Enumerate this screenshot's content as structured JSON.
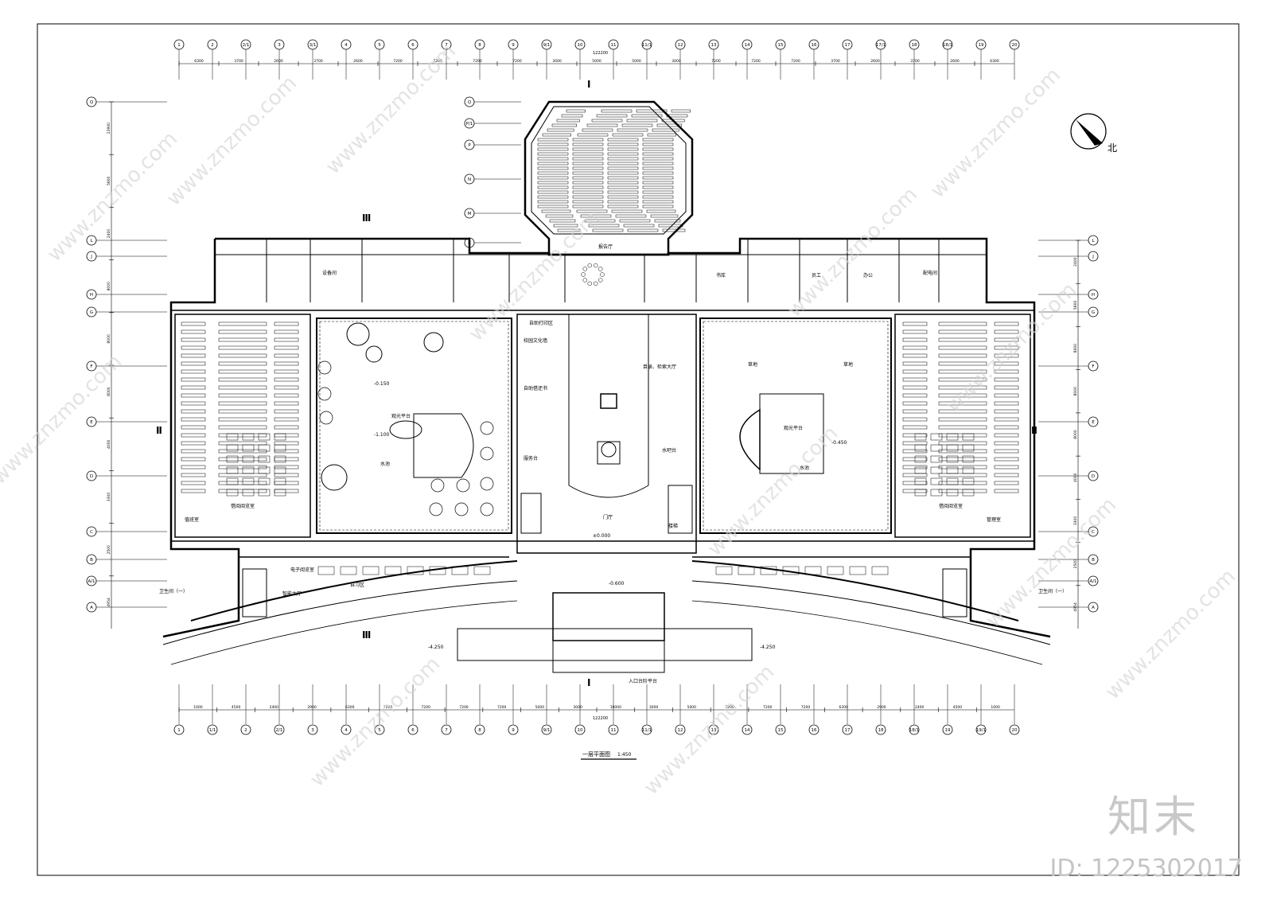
{
  "drawing": {
    "title": "一层平面图",
    "scale": "1:450",
    "north_label": "北",
    "section_mark": "Ⅰ",
    "section_mark_3": "Ⅲ",
    "section_mark_2": "Ⅱ",
    "overall_dim_top": "122200",
    "overall_dim_bottom": "122200"
  },
  "grid_axes": {
    "top": [
      "1",
      "2",
      "2/1",
      "3",
      "3/1",
      "4",
      "5",
      "6",
      "7",
      "8",
      "9",
      "9/1",
      "10",
      "11",
      "11/1",
      "12",
      "13",
      "14",
      "15",
      "16",
      "17",
      "17/1",
      "18",
      "18/1",
      "19",
      "20"
    ],
    "bottom": [
      "1",
      "1/1",
      "2",
      "2/1",
      "3",
      "4",
      "5",
      "6",
      "7",
      "8",
      "9",
      "9/1",
      "10",
      "11",
      "11/1",
      "12",
      "13",
      "14",
      "15",
      "16",
      "17",
      "18",
      "18/1",
      "19",
      "19/1",
      "20"
    ],
    "left": [
      "Q",
      "L",
      "J",
      "H",
      "G",
      "F",
      "E",
      "D",
      "C",
      "B",
      "A/1",
      "A"
    ],
    "right": [
      "L",
      "J",
      "H",
      "G",
      "F",
      "E",
      "D",
      "C",
      "B",
      "A/1",
      "A"
    ],
    "center_top": [
      "Q",
      "P/1",
      "P",
      "N",
      "M",
      "K"
    ]
  },
  "dimensions": {
    "top_row": [
      "6300",
      "3700",
      "2600",
      "3700",
      "2600",
      "7200",
      "7200",
      "7200",
      "7200",
      "3000",
      "5000",
      "5000",
      "3000",
      "7200",
      "7200",
      "7200",
      "3700",
      "2600",
      "3700",
      "2600",
      "6300"
    ],
    "bottom_row": [
      "1000",
      "4500",
      "2400",
      "2900",
      "6300",
      "7200",
      "7200",
      "7200",
      "7200",
      "5000",
      "3000",
      "10000",
      "3000",
      "5000",
      "7200",
      "7200",
      "7200",
      "6300",
      "2900",
      "2400",
      "4500",
      "1000"
    ],
    "left_col": [
      "23900",
      "5600",
      "2400",
      "8000",
      "8000",
      "8000",
      "4000",
      "3300",
      "2500",
      "4954"
    ],
    "right_col": [
      "2400",
      "5600",
      "8000",
      "8000",
      "8000",
      "4000",
      "3300",
      "2500",
      "4954"
    ]
  },
  "rooms": {
    "lecture_hall": "报告厅",
    "reading_left": "借阅阅览室",
    "reading_right": "借阅阅览室",
    "courtyard_left": "观光平台",
    "courtyard_right": "观光平台",
    "pool_left": "水池",
    "pool_right": "水池",
    "grass_left": "草地",
    "grass_right": "草地",
    "lobby": "门厅",
    "hall": "目录、检索大厅",
    "service": "服务台",
    "campus_culture": "校园文化墙",
    "self_borrow": "自助借还书",
    "self_check": "自助打印区",
    "study_area": "自习区",
    "e_reading": "电子阅览室",
    "smart_hall": "智能大厅",
    "storage": "书库",
    "office": "办公",
    "staff": "员工",
    "duty": "值班室",
    "mgmt": "管理室",
    "toilet_left": "卫生间（一）",
    "toilet_right": "卫生间（一）",
    "stair": "楼梯",
    "equipment": "设备间",
    "electric": "配电间",
    "water_bar": "水吧台",
    "entrance_sign": "入口台阶平台"
  },
  "levels": {
    "ground": "±0.000",
    "entry": "-0.600",
    "outdoor": "-4.250",
    "pit": "-1.100",
    "court_left": "-0.150",
    "court_right": "-0.450"
  },
  "watermark": {
    "brand": "知末",
    "site": "www.znzmo.com",
    "id_text": "ID: 1225302017"
  },
  "colors": {
    "line": "#000000",
    "watermark": "#cfcfcf"
  }
}
